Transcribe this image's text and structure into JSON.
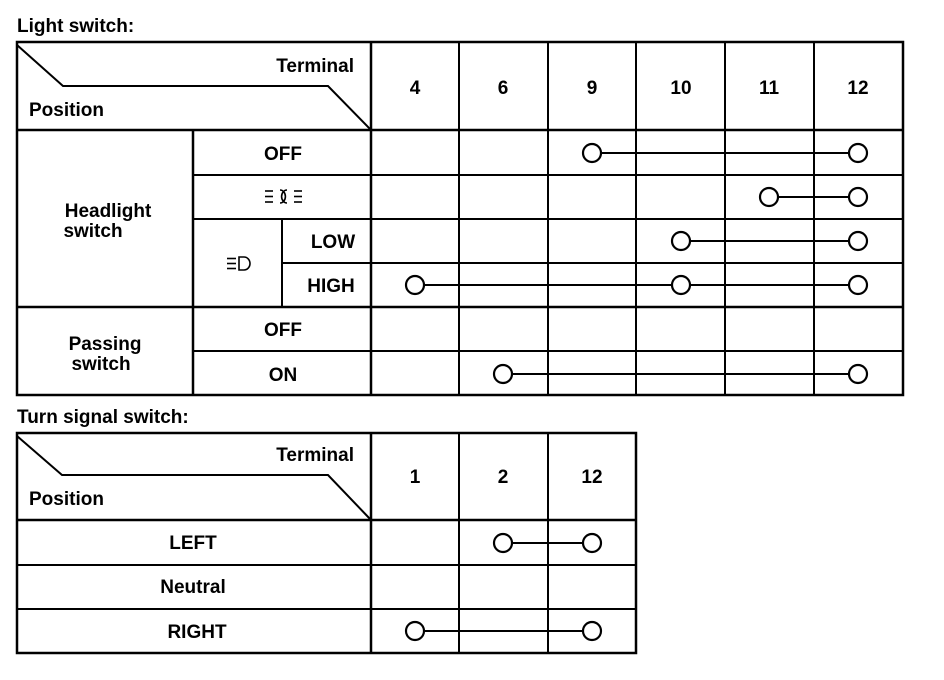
{
  "light_switch": {
    "title": "Light switch:",
    "header": {
      "terminal_label": "Terminal",
      "position_label": "Position"
    },
    "terminals": [
      "4",
      "6",
      "9",
      "10",
      "11",
      "12"
    ],
    "groups": [
      {
        "label_lines": [
          "Headlight",
          "switch"
        ]
      },
      {
        "label_lines": [
          "Passing",
          "switch"
        ]
      }
    ],
    "rows": [
      {
        "label": "OFF",
        "group": "Headlight switch",
        "connected": [
          "9",
          "12"
        ]
      },
      {
        "label": "",
        "icon": "parking-lamp-icon",
        "group": "Headlight switch",
        "connected": [
          "11",
          "12"
        ]
      },
      {
        "label": "LOW",
        "icon": "headlight-icon",
        "group": "Headlight switch",
        "connected": [
          "10",
          "12"
        ]
      },
      {
        "label": "HIGH",
        "icon": "headlight-icon",
        "group": "Headlight switch",
        "connected": [
          "4",
          "10",
          "12"
        ]
      },
      {
        "label": "OFF",
        "group": "Passing switch",
        "connected": []
      },
      {
        "label": "ON",
        "group": "Passing switch",
        "connected": [
          "6",
          "12"
        ]
      }
    ]
  },
  "turn_signal_switch": {
    "title": "Turn signal switch:",
    "header": {
      "terminal_label": "Terminal",
      "position_label": "Position"
    },
    "terminals": [
      "1",
      "2",
      "12"
    ],
    "rows": [
      {
        "label": "LEFT",
        "connected": [
          "2",
          "12"
        ]
      },
      {
        "label": "Neutral",
        "connected": []
      },
      {
        "label": "RIGHT",
        "connected": [
          "1",
          "12"
        ]
      }
    ]
  }
}
